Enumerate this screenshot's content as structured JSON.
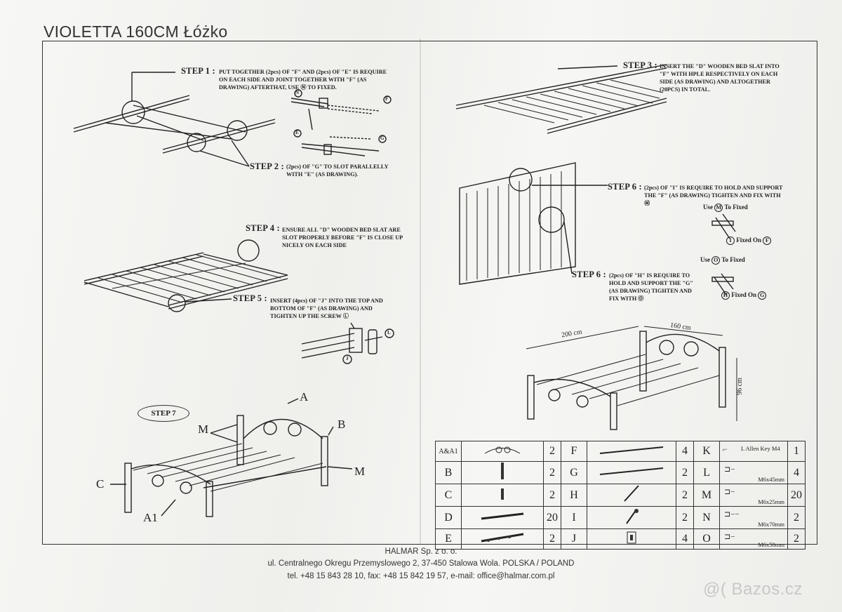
{
  "title": "VIOLETTA 160CM  Łóżko",
  "steps": {
    "s1": {
      "label": "STEP 1 :",
      "text": "PUT TOGETHER (2pcs) OF \"F\" AND (2pcs) OF \"E\" IS REQUIRE ON EACH SIDE AND JOINT TOGETHER WITH \"F\" (AS DRAWING) AFTERTHAT, USE Ⓝ TO FIXED."
    },
    "s2": {
      "label": "STEP 2 :",
      "text": "(2pcs) OF \"G\" TO SLOT PARALLELLY WITH \"E\" (AS DRAWING)."
    },
    "s3": {
      "label": "STEP 3 :",
      "text": "INSERT THE \"D\" WOODEN BED SLAT INTO \"F\" WITH HPLE RESPECTIVELY ON EACH SIDE (AS DRAWING) AND ALTOGETHER (20PCS) IN TOTAL."
    },
    "s4": {
      "label": "STEP 4 :",
      "text": "ENSURE ALL \"D\" WOODEN BED SLAT ARE SLOT PROPERLY BEFORE \"F\" IS CLOSE UP NICELY ON EACH SIDE"
    },
    "s5": {
      "label": "STEP 5 :",
      "text": "INSERT (4pcs) OF \"J\" INTO THE TOP AND BOTTOM OF \"F\" (AS DRAWING) AND TIGHTEN UP THE SCREW Ⓛ"
    },
    "s6a": {
      "label": "STEP 6 :",
      "text": "(2pcs) OF \"I\" IS REQUIRE TO HOLD AND SUPPORT THE \"F\" (AS DRAWING) TIGHTEN AND FIX WITH Ⓜ"
    },
    "s6b": {
      "label": "STEP 6 :",
      "text": "(2pcs) OF \"H\" IS REQUIRE TO HOLD AND SUPPORT THE \"G\" (AS DRAWING) TIGHTEN AND FIX WITH Ⓞ"
    },
    "s7": {
      "label": "STEP 7"
    }
  },
  "callouts": {
    "use_m": "Use",
    "use_m_letter": "M",
    "to_fixed": "To Fixed",
    "use_o": "Use",
    "use_o_letter": "O",
    "i_letter": "I",
    "fixed_on": "Fixed On",
    "f_letter": "F",
    "h_letter": "H",
    "g_letter": "G",
    "n": "N",
    "e": "E",
    "g": "G",
    "f": "F",
    "j": "J",
    "l": "L"
  },
  "assembly_labels": {
    "a": "A",
    "b": "B",
    "c": "C",
    "m1": "M",
    "m2": "M",
    "a1": "A1"
  },
  "dimensions": {
    "length": "200 cm",
    "width": "160 cm",
    "height": "96 cm"
  },
  "parts": [
    {
      "id": "A&A1",
      "qty": "2",
      "id2": "F",
      "qty2": "4",
      "id3": "K",
      "note3": "L Allen Key M4",
      "qty3": "1"
    },
    {
      "id": "B",
      "qty": "2",
      "id2": "G",
      "qty2": "2",
      "id3": "L",
      "note3": "M6x45mm",
      "qty3": "4"
    },
    {
      "id": "C",
      "qty": "2",
      "id2": "H",
      "qty2": "2",
      "id3": "M",
      "note3": "M6x25mm",
      "qty3": "20"
    },
    {
      "id": "D",
      "qty": "20",
      "id2": "I",
      "qty2": "2",
      "id3": "N",
      "note3": "M6x70mm",
      "qty3": "2"
    },
    {
      "id": "E",
      "qty": "2",
      "id2": "J",
      "qty2": "4",
      "id3": "O",
      "note3": "M6x50mm",
      "qty3": "2"
    }
  ],
  "footer": {
    "company": "HALMAR Sp. z o. o.",
    "address": "ul. Centralnego Okregu Przemyslowego 2, 37-450 Stalowa Wola. POLSKA / POLAND",
    "contact": "tel. +48 15 843 28 10, fax: +48 15 842 19 57, e-mail: office@halmar.com.pl"
  },
  "watermark": "@( Bazos.cz"
}
